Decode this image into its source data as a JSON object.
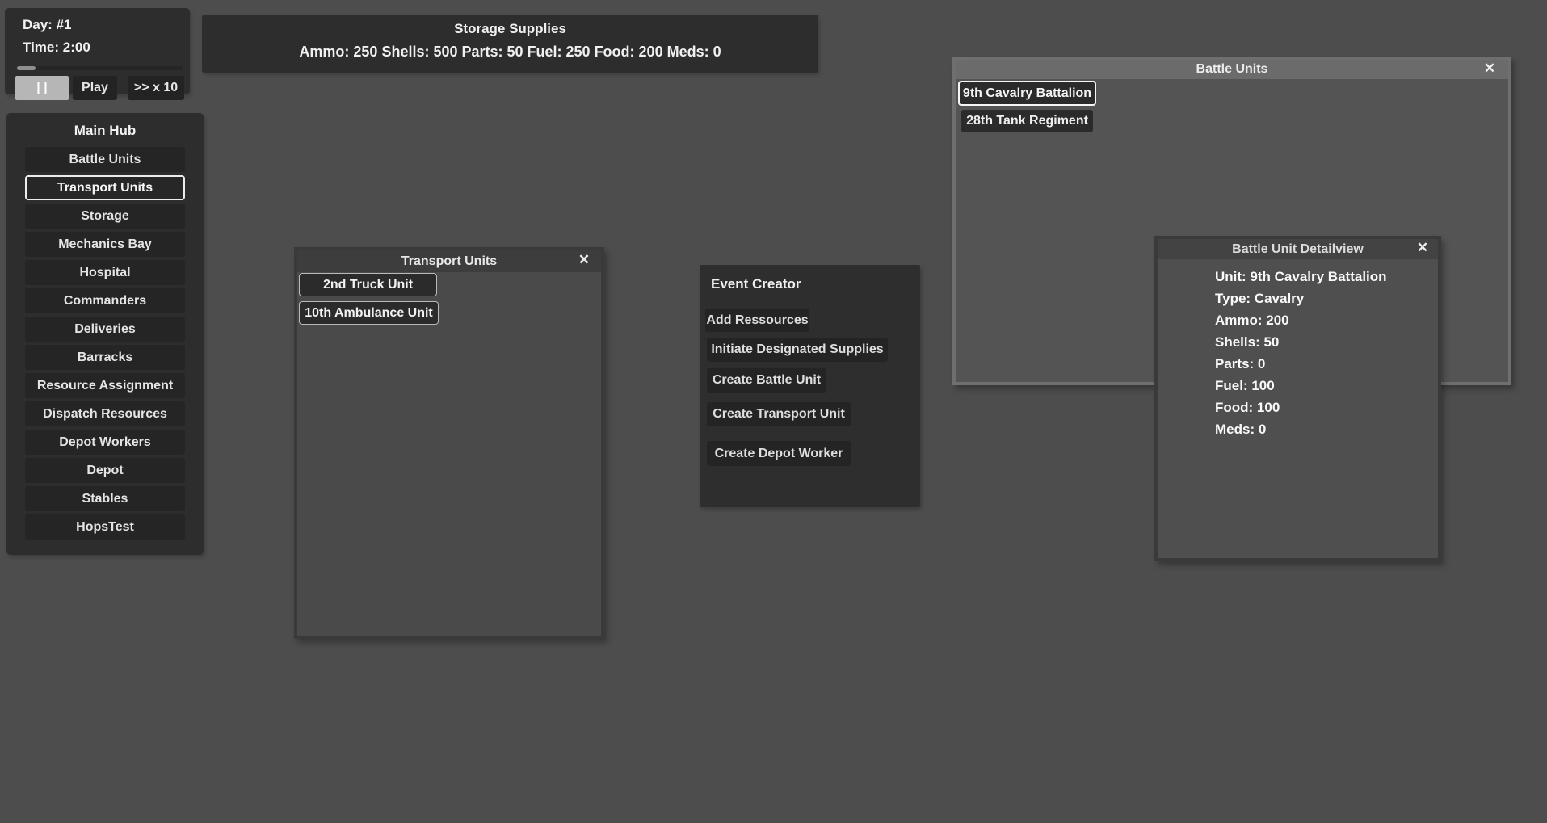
{
  "icons": {
    "close": "✕",
    "pause": "| |",
    "fast_forward": ">> x 10"
  },
  "colors": {
    "background": "#4d4d4d",
    "panel_dark": "#2d2d2d",
    "button_dark": "#242424",
    "window_body_unfocused": "#4a4a4a",
    "window_chrome_unfocused": "#3a3a3a",
    "window_body_focused": "#545454",
    "window_chrome_focused": "#6b6b6b",
    "selection_border": "#f5f5f5",
    "text_light": "#f0f0f0"
  },
  "clock": {
    "day": "Day: #1",
    "time": "Time: 2:00",
    "progress_pct": 11,
    "play_label": "Play"
  },
  "storage": {
    "title": "Storage Supplies",
    "values": "Ammo: 250 Shells: 500 Parts: 50 Fuel: 250 Food: 200 Meds: 0"
  },
  "main_hub": {
    "title": "Main Hub",
    "items": [
      {
        "label": "Battle Units",
        "selected": false
      },
      {
        "label": "Transport Units",
        "selected": true
      },
      {
        "label": "Storage",
        "selected": false
      },
      {
        "label": "Mechanics Bay",
        "selected": false
      },
      {
        "label": "Hospital",
        "selected": false
      },
      {
        "label": "Commanders",
        "selected": false
      },
      {
        "label": "Deliveries",
        "selected": false
      },
      {
        "label": "Barracks",
        "selected": false
      },
      {
        "label": "Resource Assignment",
        "selected": false
      },
      {
        "label": "Dispatch Resources",
        "selected": false
      },
      {
        "label": "Depot Workers",
        "selected": false
      },
      {
        "label": "Depot",
        "selected": false
      },
      {
        "label": "Stables",
        "selected": false
      },
      {
        "label": "HopsTest",
        "selected": false
      }
    ]
  },
  "transport_window": {
    "title": "Transport Units",
    "units": [
      {
        "label": "2nd Truck Unit"
      },
      {
        "label": "10th Ambulance Unit"
      }
    ]
  },
  "event_creator": {
    "title": "Event Creator",
    "actions": [
      {
        "label": "Add Ressources"
      },
      {
        "label": "Initiate Designated Supplies"
      },
      {
        "label": "Create Battle Unit"
      },
      {
        "label": "Create Transport Unit"
      },
      {
        "label": "Create Depot Worker"
      }
    ]
  },
  "battle_window": {
    "title": "Battle Units",
    "units": [
      {
        "label": "9th Cavalry Battalion",
        "selected": true
      },
      {
        "label": "28th Tank Regiment",
        "selected": false
      }
    ]
  },
  "detail_window": {
    "title": "Battle Unit Detailview",
    "lines": [
      "Unit: 9th Cavalry Battalion",
      "Type: Cavalry",
      "Ammo: 200",
      "Shells: 50",
      "Parts: 0",
      "Fuel: 100",
      "Food: 100",
      "Meds: 0"
    ]
  }
}
